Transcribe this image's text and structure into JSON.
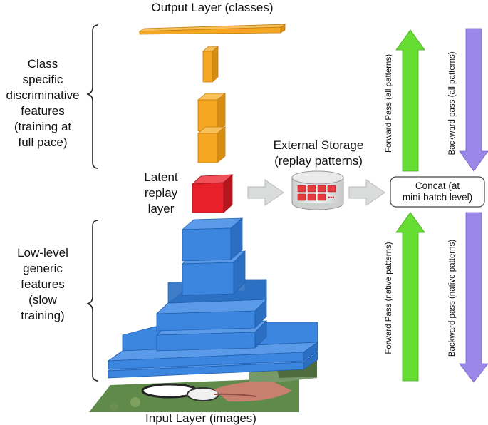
{
  "labels": {
    "output_layer": "Output Layer (classes)",
    "input_layer": "Input Layer (images)",
    "class_specific": [
      "Class",
      "specific",
      "discriminative",
      "features",
      "(training at",
      "full pace)"
    ],
    "low_level": [
      "Low-level",
      "generic",
      "features",
      "(slow",
      "training)"
    ],
    "latent_replay": [
      "Latent",
      "replay",
      "layer"
    ],
    "external_storage": [
      "External Storage",
      "(replay patterns)"
    ],
    "concat": [
      "Concat (at",
      "mini-batch level)"
    ],
    "forward_all": "Forward Pass (all patterns)",
    "backward_all": "Backward pass (all patterns)",
    "forward_native": "Forward Pass (native patterns)",
    "backward_native": "Backward pass (native patterns)"
  },
  "storage_ellipsis": "•••",
  "colors": {
    "orange": "#F5A623",
    "orange_dark": "#C47E0E",
    "red": "#E8202A",
    "blue": "#3C86E0",
    "blue_dark": "#1F5FAE",
    "green": "#66DD33",
    "purple": "#9B87E8",
    "gray_arrow": "#D9DCDB"
  }
}
